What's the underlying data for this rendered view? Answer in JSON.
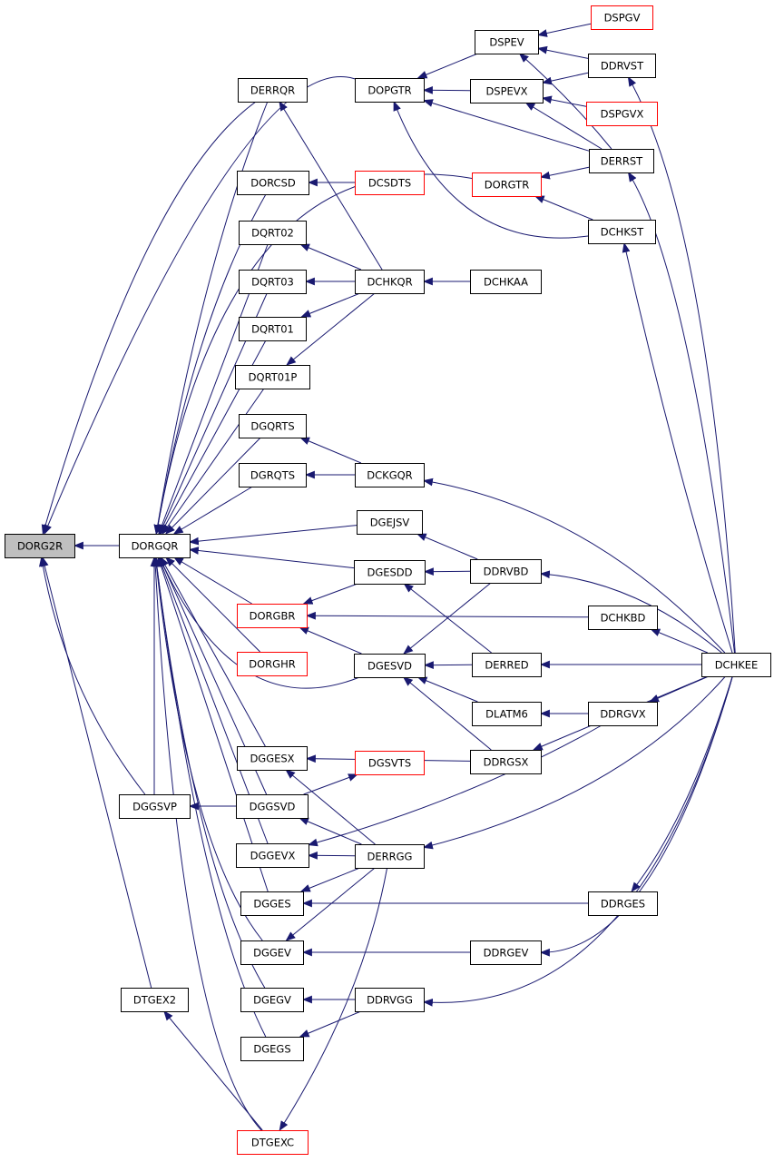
{
  "colors": {
    "edge": "#191970",
    "node_border": "#000000",
    "incomplete_border": "#ff0000",
    "root_fill": "#bfbfbf"
  },
  "nodes": {
    "DORG2R": {
      "label": "DORG2R",
      "root": true
    },
    "DORGQR": {
      "label": "DORGQR"
    },
    "DGGSVP": {
      "label": "DGGSVP"
    },
    "DTGEX2": {
      "label": "DTGEX2"
    },
    "DTGEXC": {
      "label": "DTGEXC",
      "incomplete": true
    },
    "DERRQR": {
      "label": "DERRQR"
    },
    "DORCSD": {
      "label": "DORCSD"
    },
    "DQRT02": {
      "label": "DQRT02"
    },
    "DQRT03": {
      "label": "DQRT03"
    },
    "DQRT01": {
      "label": "DQRT01"
    },
    "DQRT01P": {
      "label": "DQRT01P"
    },
    "DGQRTS": {
      "label": "DGQRTS"
    },
    "DGRQTS": {
      "label": "DGRQTS"
    },
    "DORGBR": {
      "label": "DORGBR",
      "incomplete": true
    },
    "DORGHR": {
      "label": "DORGHR",
      "incomplete": true
    },
    "DGGESX": {
      "label": "DGGESX"
    },
    "DGGSVD": {
      "label": "DGGSVD"
    },
    "DGGEVX": {
      "label": "DGGEVX"
    },
    "DGGES": {
      "label": "DGGES"
    },
    "DGGEV": {
      "label": "DGGEV"
    },
    "DGEGV": {
      "label": "DGEGV"
    },
    "DGEGS": {
      "label": "DGEGS"
    },
    "DOPGTR": {
      "label": "DOPGTR"
    },
    "DCSDTS": {
      "label": "DCSDTS",
      "incomplete": true
    },
    "DCHKQR": {
      "label": "DCHKQR"
    },
    "DCKGQR": {
      "label": "DCKGQR"
    },
    "DGEJSV": {
      "label": "DGEJSV"
    },
    "DGESDD": {
      "label": "DGESDD"
    },
    "DGESVD": {
      "label": "DGESVD"
    },
    "DGSVTS": {
      "label": "DGSVTS",
      "incomplete": true
    },
    "DERRGG": {
      "label": "DERRGG"
    },
    "DDRVGG": {
      "label": "DDRVGG"
    },
    "DSPEV": {
      "label": "DSPEV"
    },
    "DSPEVX": {
      "label": "DSPEVX"
    },
    "DORGTR": {
      "label": "DORGTR",
      "incomplete": true
    },
    "DCHKAA": {
      "label": "DCHKAA"
    },
    "DDRVBD": {
      "label": "DDRVBD"
    },
    "DERRED": {
      "label": "DERRED"
    },
    "DLATM6": {
      "label": "DLATM6"
    },
    "DDRGSX": {
      "label": "DDRGSX"
    },
    "DDRGEV": {
      "label": "DDRGEV"
    },
    "DSPGV": {
      "label": "DSPGV",
      "incomplete": true
    },
    "DDRVST": {
      "label": "DDRVST"
    },
    "DSPGVX": {
      "label": "DSPGVX",
      "incomplete": true
    },
    "DERRST": {
      "label": "DERRST"
    },
    "DCHKST": {
      "label": "DCHKST"
    },
    "DCHKBD": {
      "label": "DCHKBD"
    },
    "DDRGVX": {
      "label": "DDRGVX"
    },
    "DDRGES": {
      "label": "DDRGES"
    },
    "DCHKEE": {
      "label": "DCHKEE"
    }
  },
  "edges": [
    [
      "DORGQR",
      "DORG2R"
    ],
    [
      "DERRQR",
      "DORG2R"
    ],
    [
      "DOPGTR",
      "DORG2R"
    ],
    [
      "DGGSVP",
      "DORG2R"
    ],
    [
      "DTGEX2",
      "DORG2R"
    ],
    [
      "DTGEXC",
      "DTGEX2"
    ],
    [
      "DGGSVD",
      "DGGSVP"
    ],
    [
      "DGGSVP",
      "DORGQR"
    ],
    [
      "DTGEXC",
      "DORGQR"
    ],
    [
      "DERRQR",
      "DORGQR"
    ],
    [
      "DORCSD",
      "DORGQR"
    ],
    [
      "DQRT02",
      "DORGQR"
    ],
    [
      "DQRT03",
      "DORGQR"
    ],
    [
      "DQRT01",
      "DORGQR"
    ],
    [
      "DQRT01P",
      "DORGQR"
    ],
    [
      "DGQRTS",
      "DORGQR"
    ],
    [
      "DGRQTS",
      "DORGQR"
    ],
    [
      "DGEJSV",
      "DORGQR"
    ],
    [
      "DGESDD",
      "DORGQR"
    ],
    [
      "DORGBR",
      "DORGQR"
    ],
    [
      "DORGHR",
      "DORGQR"
    ],
    [
      "DGESVD",
      "DORGQR"
    ],
    [
      "DORGTR",
      "DORGQR"
    ],
    [
      "DGGESX",
      "DORGQR"
    ],
    [
      "DGGSVD",
      "DORGQR"
    ],
    [
      "DGGEVX",
      "DORGQR"
    ],
    [
      "DGGES",
      "DORGQR"
    ],
    [
      "DGGEV",
      "DORGQR"
    ],
    [
      "DGEGV",
      "DORGQR"
    ],
    [
      "DGEGS",
      "DORGQR"
    ],
    [
      "DCSDTS",
      "DORCSD"
    ],
    [
      "DCHKQR",
      "DERRQR"
    ],
    [
      "DCHKQR",
      "DQRT02"
    ],
    [
      "DCHKQR",
      "DQRT03"
    ],
    [
      "DCHKQR",
      "DQRT01"
    ],
    [
      "DCHKQR",
      "DQRT01P"
    ],
    [
      "DCKGQR",
      "DGQRTS"
    ],
    [
      "DCKGQR",
      "DGRQTS"
    ],
    [
      "DCHKAA",
      "DCHKQR"
    ],
    [
      "DDRVBD",
      "DGEJSV"
    ],
    [
      "DDRVBD",
      "DGESDD"
    ],
    [
      "DDRVBD",
      "DGESVD"
    ],
    [
      "DERRED",
      "DGESDD"
    ],
    [
      "DERRED",
      "DGESVD"
    ],
    [
      "DLATM6",
      "DGESVD"
    ],
    [
      "DDRGSX",
      "DGESVD"
    ],
    [
      "DGESDD",
      "DORGBR"
    ],
    [
      "DGESVD",
      "DORGBR"
    ],
    [
      "DCHKBD",
      "DORGBR"
    ],
    [
      "DDRGSX",
      "DGGESX"
    ],
    [
      "DERRGG",
      "DGGESX"
    ],
    [
      "DERRGG",
      "DGGSVD"
    ],
    [
      "DGGSVD",
      "DGSVTS"
    ],
    [
      "DDRGVX",
      "DGGEVX"
    ],
    [
      "DERRGG",
      "DGGEVX"
    ],
    [
      "DERRGG",
      "DGGES"
    ],
    [
      "DDRGES",
      "DGGES"
    ],
    [
      "DERRGG",
      "DGGEV"
    ],
    [
      "DDRGEV",
      "DGGEV"
    ],
    [
      "DDRVGG",
      "DGEGV"
    ],
    [
      "DDRVGG",
      "DGEGS"
    ],
    [
      "DERRGG",
      "DTGEXC"
    ],
    [
      "DSPEV",
      "DOPGTR"
    ],
    [
      "DSPEVX",
      "DOPGTR"
    ],
    [
      "DERRST",
      "DOPGTR"
    ],
    [
      "DCHKST",
      "DOPGTR"
    ],
    [
      "DDRVST",
      "DSPEV"
    ],
    [
      "DERRST",
      "DSPEV"
    ],
    [
      "DSPGV",
      "DSPEV"
    ],
    [
      "DDRVST",
      "DSPEVX"
    ],
    [
      "DERRST",
      "DSPEVX"
    ],
    [
      "DSPGVX",
      "DSPEVX"
    ],
    [
      "DERRST",
      "DORGTR"
    ],
    [
      "DCHKST",
      "DORGTR"
    ],
    [
      "DCHKEE",
      "DDRVST"
    ],
    [
      "DCHKEE",
      "DERRST"
    ],
    [
      "DCHKEE",
      "DCHKST"
    ],
    [
      "DCHKEE",
      "DCKGQR"
    ],
    [
      "DCHKEE",
      "DDRVBD"
    ],
    [
      "DCHKEE",
      "DCHKBD"
    ],
    [
      "DCHKEE",
      "DERRED"
    ],
    [
      "DCHKEE",
      "DDRGVX"
    ],
    [
      "DDRGVX",
      "DLATM6"
    ],
    [
      "DCHKEE",
      "DDRGSX"
    ],
    [
      "DCHKEE",
      "DERRGG"
    ],
    [
      "DCHKEE",
      "DDRGES"
    ],
    [
      "DCHKEE",
      "DDRGEV"
    ],
    [
      "DCHKEE",
      "DDRVGG"
    ]
  ]
}
